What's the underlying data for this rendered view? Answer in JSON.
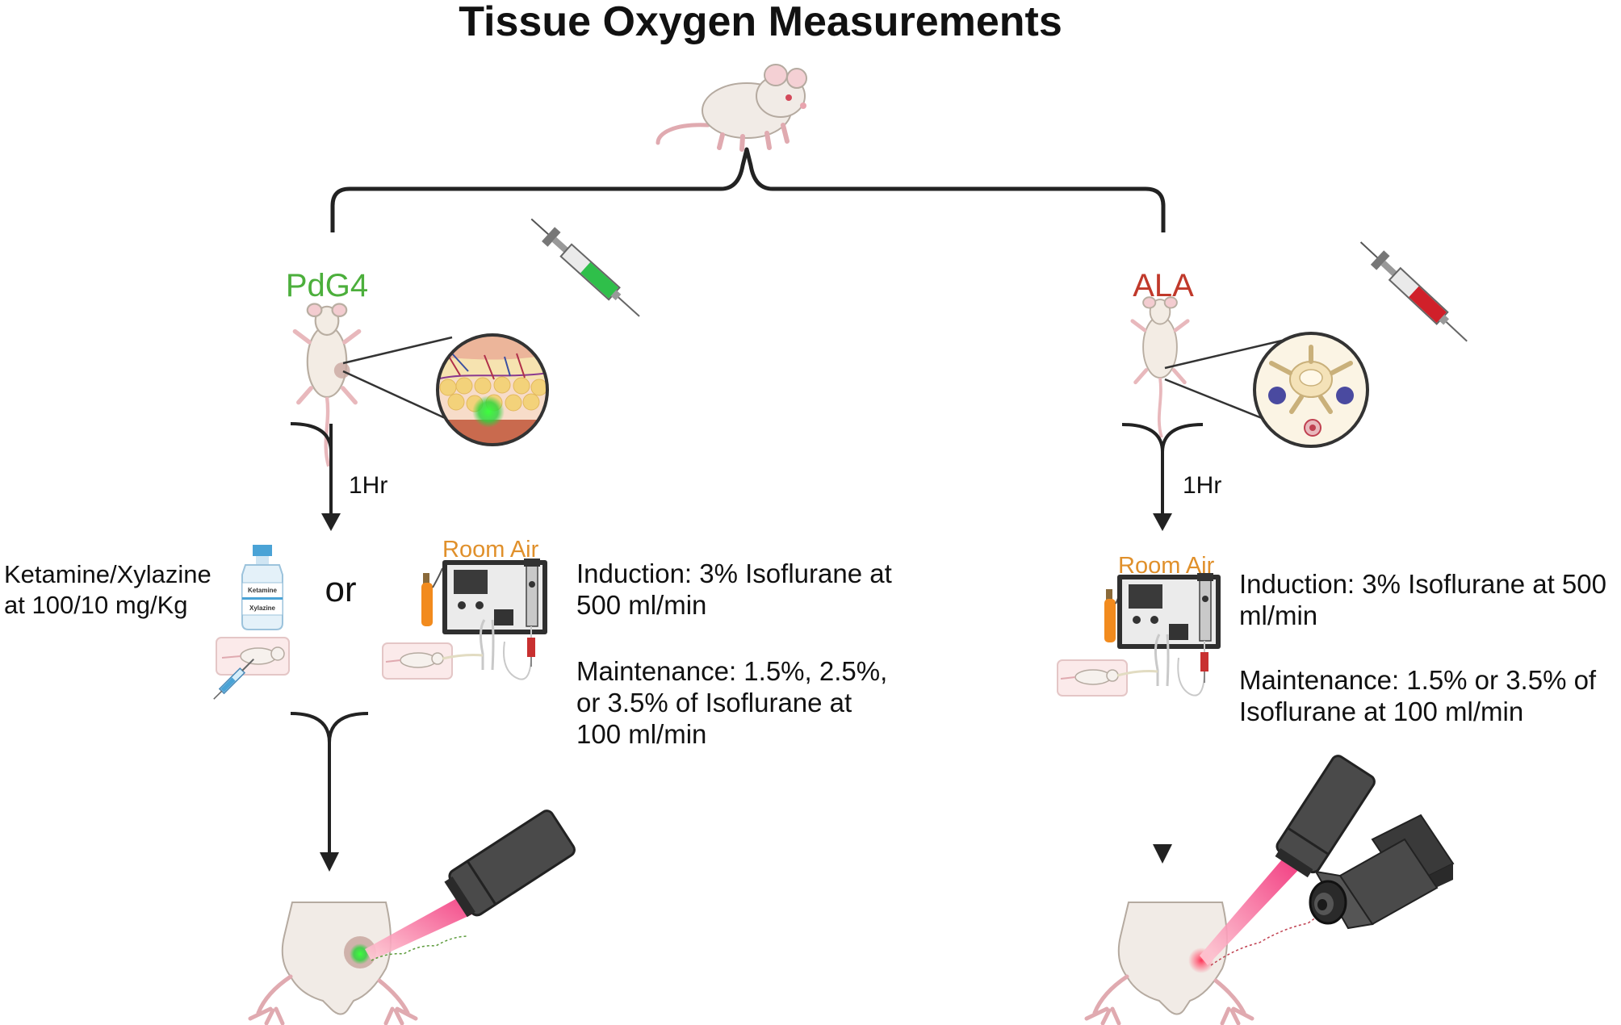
{
  "title": "Tissue Oxygen Measurements",
  "left": {
    "group_label": "PdG4",
    "group_color": "#4caf3c",
    "syringe_color": "#2fbf4a",
    "time_label": "1Hr",
    "injectable": {
      "text_line1": "Ketamine/Xylazine",
      "text_line2": "at 100/10 mg/Kg",
      "vial_label1": "Ketamine",
      "vial_label2": "Xylazine"
    },
    "or_label": "or",
    "room_air_label": "Room Air",
    "induction_line1": "Induction: 3% Isoflurane at",
    "induction_line2": "500 ml/min",
    "maintenance_line1": "Maintenance: 1.5%, 2.5%,",
    "maintenance_line2": "or 3.5% of Isoflurane at",
    "maintenance_line3": "100 ml/min"
  },
  "right": {
    "group_label": "ALA",
    "group_color": "#c0392b",
    "syringe_color": "#d0202a",
    "time_label": "1Hr",
    "room_air_label": "Room Air",
    "induction_line1": "Induction: 3% Isoflurane at 500",
    "induction_line2": "ml/min",
    "maintenance_line1": "Maintenance: 1.5% or 3.5% of",
    "maintenance_line2": "Isoflurane at 100 ml/min"
  },
  "icons": {
    "mouse": "mouse-icon",
    "syringe": "syringe-icon",
    "vaporizer": "isoflurane-vaporizer-icon",
    "probe": "oxygen-probe-icon",
    "camera": "camera-icon"
  }
}
